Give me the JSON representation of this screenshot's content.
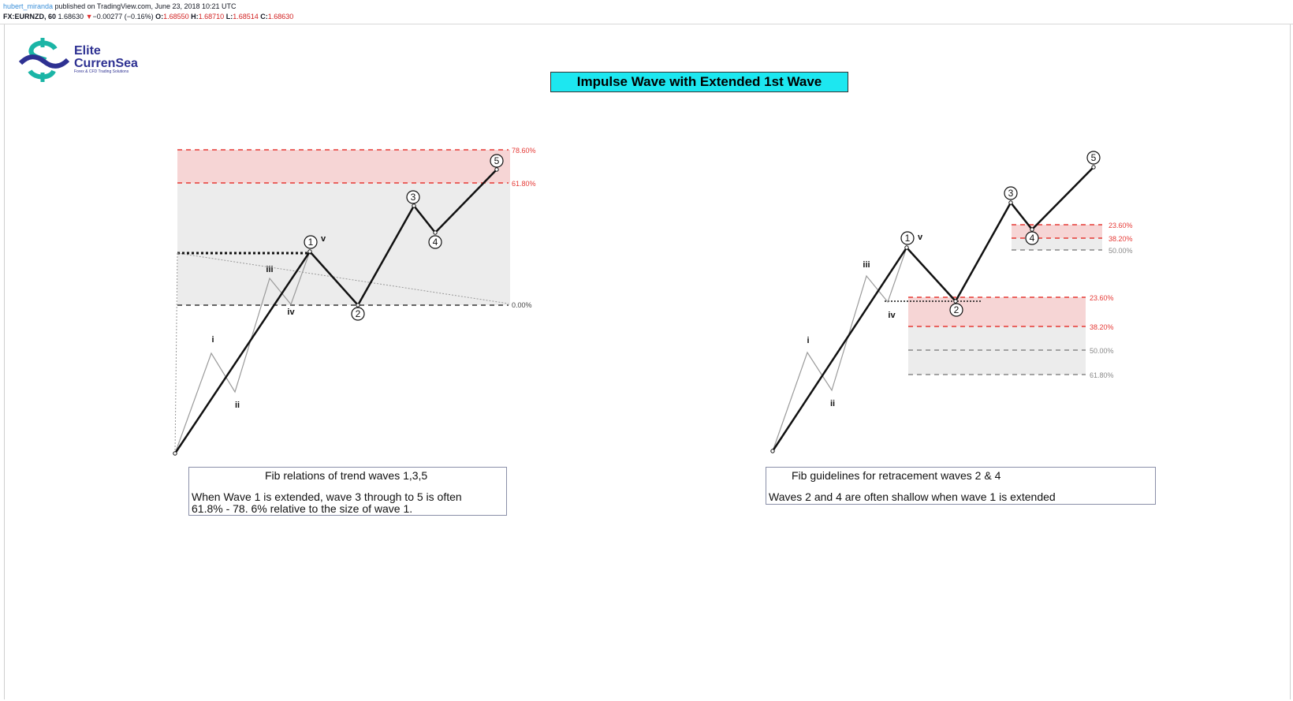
{
  "header": {
    "username": "hubert_miranda",
    "published_text": " published on TradingView.com, June 23, 2018 10:21 UTC",
    "symbol": "FX:EURNZD, 60",
    "last": "1.68630",
    "change_arrow": "▼",
    "change": "−0.00277 (−0.16%)",
    "o_label": "O:",
    "o_value": "1.68550",
    "h_label": "H:",
    "h_value": "1.68710",
    "l_label": "L:",
    "l_value": "1.68514",
    "c_label": "C:",
    "c_value": "1.68630"
  },
  "logo": {
    "line1": "Elite",
    "line2": "CurrenSea",
    "tagline": "Forex & CFD Trading Solutions",
    "icon": "s-wave-logo-icon"
  },
  "title": "Impulse Wave with Extended 1st Wave",
  "left_note": {
    "heading": "Fib relations of trend waves 1,3,5",
    "line1": "When Wave 1 is extended, wave 3 through to 5 is often",
    "line2": "61.8% - 78. 6% relative to the size of wave 1."
  },
  "right_note": {
    "heading": "Fib guidelines for retracement waves 2 & 4",
    "line1": "Waves 2 and 4 are often shallow when wave 1 is extended"
  },
  "left_fib": {
    "level_786": "78.60%",
    "level_618": "61.80%",
    "level_0": "0.00%"
  },
  "right_fib_wave4": {
    "level_236": "23.60%",
    "level_382": "38.20%",
    "level_50": "50.00%"
  },
  "right_fib_wave2": {
    "level_236": "23.60%",
    "level_382": "38.20%",
    "level_50": "50.00%",
    "level_618": "61.80%"
  },
  "wave_labels": {
    "w1": "1",
    "w2": "2",
    "w3": "3",
    "w4": "4",
    "w5": "5",
    "sub_i": "i",
    "sub_ii": "ii",
    "sub_iii": "iii",
    "sub_iv": "iv",
    "sub_v": "v"
  },
  "colors": {
    "title_bg": "#1de7f0",
    "fib_red": "#e53935",
    "fib_gray": "#888888",
    "zone_pink": "#f6d5d5",
    "zone_gray": "#ececec",
    "logo_blue": "#2e3192",
    "logo_teal": "#1bb5a6"
  }
}
